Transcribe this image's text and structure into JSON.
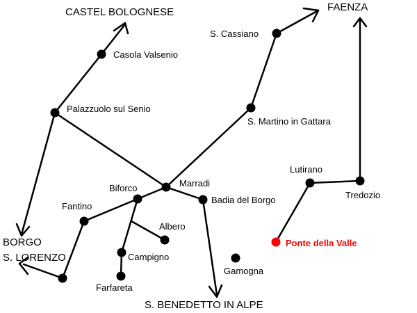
{
  "colors": {
    "line": "#000000",
    "node": "#000000",
    "highlight": "#ff0000",
    "background": "#ffffff"
  },
  "labels": {
    "castel_bolognese": "CASTEL BOLOGNESE",
    "faenza": "FAENZA",
    "borgo": "BORGO",
    "s_lorenzo": "S. LORENZO",
    "s_benedetto": "S. BENEDETTO IN ALPE",
    "s_cassiano": "S. Cassiano",
    "casola_valsenio": "Casola Valsenio",
    "palazzuolo": "Palazzuolo sul Senio",
    "s_martino": "S. Martino in Gattara",
    "lutirano": "Lutirano",
    "tredozio": "Tredozio",
    "biforco": "Biforco",
    "marradi": "Marradi",
    "fantino": "Fantino",
    "badia_del_borgo": "Badia del Borgo",
    "albero": "Albero",
    "ponte_della_valle": "Ponte della Valle",
    "campigno": "Campigno",
    "gamogna": "Gamogna",
    "farfareta": "Farfareta"
  },
  "highlighted_place": "ponte_della_valle"
}
